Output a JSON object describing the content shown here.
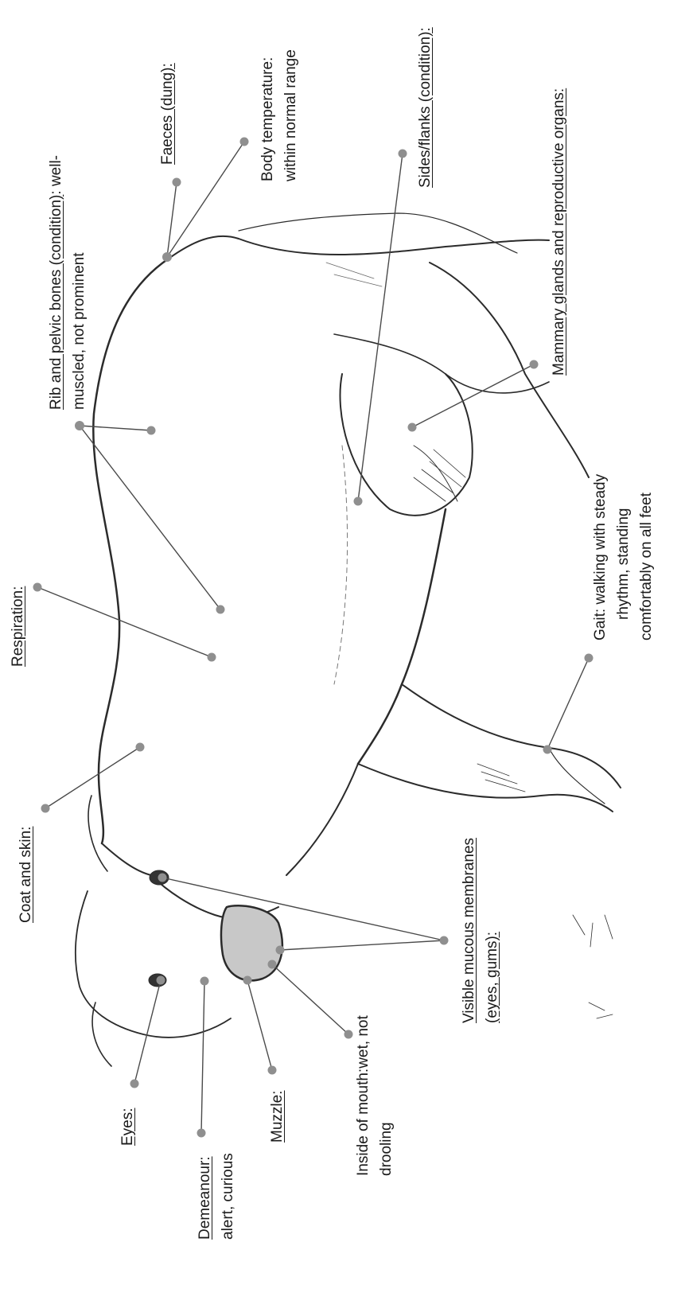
{
  "labels": {
    "coat_skin": "Coat and skin:",
    "respiration": "Respiration:",
    "faeces": "Faeces (dung):",
    "body_temp_line1": "Body temperature:",
    "body_temp_line2": "within normal range",
    "sides_flanks": "Sides/flanks (condition):",
    "mammary": "Mammary glands and reproductive organs:",
    "rib_pelvic_title": "Rib and pelvic bones (condition)",
    "rib_pelvic_line1_rest": ": well-",
    "rib_pelvic_line2": "muscled, not prominent",
    "gait_line1": "Gait: walking with steady",
    "gait_line2": "rhythm, standing",
    "gait_line3": "comfortably on all feet",
    "mucous_line1": "Visible mucous membranes",
    "mucous_line2": "(eyes, gums):",
    "inside_mouth_line1": "Inside of mouth:wet, not",
    "inside_mouth_line2": "drooling",
    "muzzle": "Muzzle:",
    "demeanour_title": "Demeanour:",
    "demeanour_line2": "alert, curious",
    "eyes": "Eyes:"
  },
  "colors": {
    "pointer": "#8f8f8f",
    "leader_line": "#4a4a4a",
    "drawing": "#2b2b2b"
  }
}
